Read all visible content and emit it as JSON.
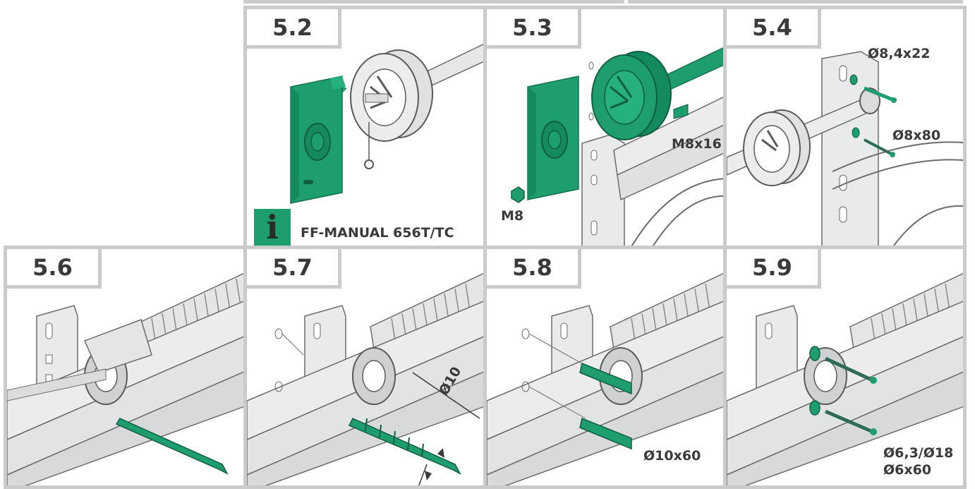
{
  "colors": {
    "accent": "#1e9e6e",
    "frame": "#c9cbcc",
    "text": "#3a3a3a"
  },
  "panels": [
    {
      "id": "5.2",
      "step": "5.2",
      "info_icon": "info-icon",
      "manual_ref": "FF-MANUAL 656T/TC"
    },
    {
      "id": "5.3",
      "step": "5.3",
      "labels": {
        "bolt": "M8x16",
        "nut": "M8"
      }
    },
    {
      "id": "5.4",
      "step": "5.4",
      "labels": {
        "washer_bolt": "Ø8,4x22",
        "bolt": "Ø8x80"
      }
    },
    {
      "id": "5.6",
      "step": "5.6"
    },
    {
      "id": "5.7",
      "step": "5.7",
      "labels": {
        "drill": "Ø10"
      }
    },
    {
      "id": "5.8",
      "step": "5.8",
      "labels": {
        "plug": "Ø10x60"
      }
    },
    {
      "id": "5.9",
      "step": "5.9",
      "labels": {
        "washer": "Ø6,3/Ø18",
        "screw": "Ø6x60"
      }
    }
  ]
}
